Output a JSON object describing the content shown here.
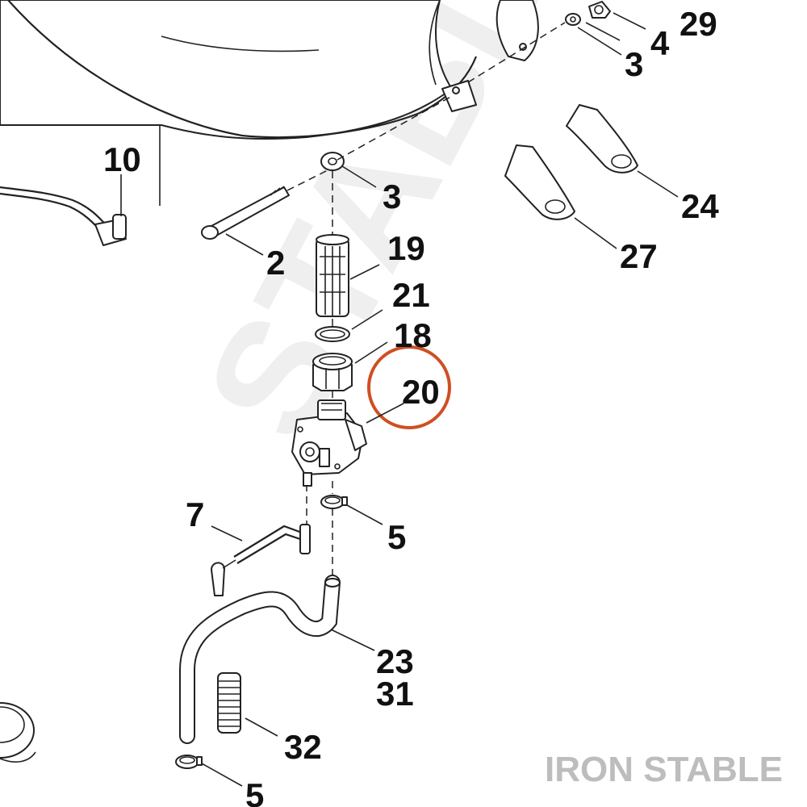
{
  "watermark": "STABLE",
  "brand": "IRON STABLE",
  "highlight_color": "#cf4f22",
  "callouts": {
    "c29": "29",
    "c4": "4",
    "c3a": "3",
    "c10": "10",
    "c3b": "3",
    "c24": "24",
    "c2": "2",
    "c19": "19",
    "c27": "27",
    "c21": "21",
    "c18": "18",
    "c20": "20",
    "c7": "7",
    "c5a": "5",
    "c23": "23",
    "c31": "31",
    "c32": "32",
    "c5b": "5"
  }
}
